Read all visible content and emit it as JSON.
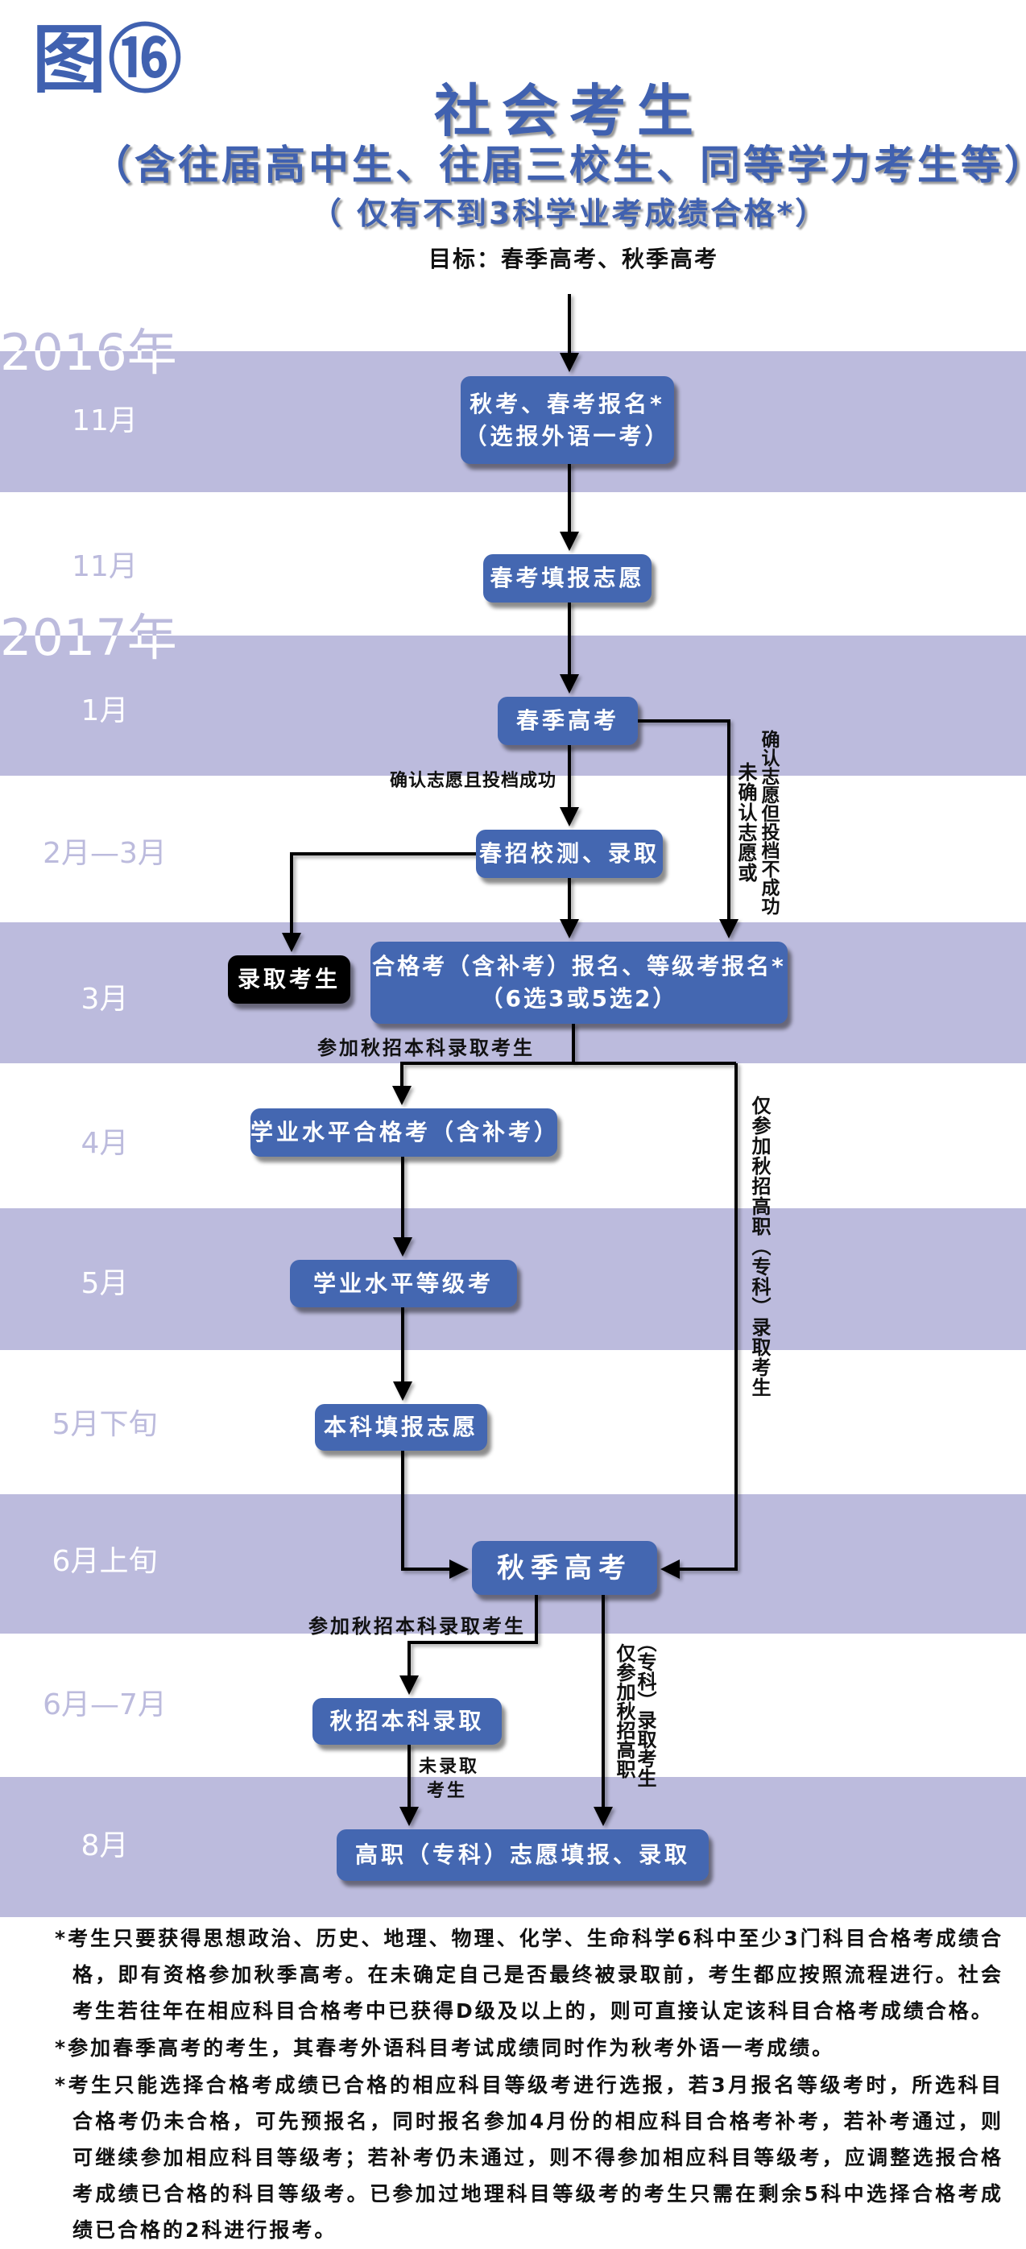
{
  "header": {
    "figure_label": "图⑯",
    "title": "社会考生",
    "subtitle": "（含往届高中生、往届三校生、同等学力考生等）",
    "condition": "（ 仅有不到3科学业考成绩合格*）",
    "target": "目标：春季高考、秋季高考"
  },
  "timeline": {
    "years": [
      "2016年",
      "2017年"
    ],
    "months": [
      "11月",
      "11月",
      "1月",
      "2月—3月",
      "3月",
      "4月",
      "5月",
      "5月下旬",
      "6月上旬",
      "6月—7月",
      "8月"
    ]
  },
  "steps": {
    "register": [
      "秋考、春考报名*",
      "（选报外语一考）"
    ],
    "spring_apply": "春考填报志愿",
    "spring_exam": "春季高考",
    "spring_admit": "春招校测、录取",
    "admitted": "录取考生",
    "qualify_register": [
      "合格考（含补考）报名、等级考报名*",
      "（6选3或5选2）"
    ],
    "qualify_exam": "学业水平合格考（含补考）",
    "level_exam": "学业水平等级考",
    "bachelor_apply": "本科填报志愿",
    "autumn_exam": "秋季高考",
    "autumn_bachelor_admit": "秋招本科录取",
    "vocational_admit": "高职（专科）志愿填报、录取"
  },
  "edge_labels": {
    "confirmed": "确认志愿且投档成功",
    "not_confirmed": "未确认志愿或",
    "confirmed_failed": "确认志愿但投档不成功",
    "autumn_bachelor_1": "参加秋招本科录取考生",
    "vocational_only_1": "仅参加秋招高职（专科）录取考生",
    "autumn_bachelor_2": "参加秋招本科录取考生",
    "vocational_only_2a": "仅参加秋招高职",
    "vocational_only_2b": "（专科）录取考生",
    "not_admitted_1": "未录取",
    "not_admitted_2": "考生"
  },
  "notes": [
    "*考生只要获得思想政治、历史、地理、物理、化学、生命科学6科中至少3门科目合格考成绩合格，即有资格参加秋季高考。在未确定自己是否最终被录取前，考生都应按照流程进行。社会考生若往年在相应科目合格考中已获得D级及以上的，则可直接认定该科目合格考成绩合格。",
    "*参加春季高考的考生，其春考外语科目考试成绩同时作为秋考外语一考成绩。",
    "*考生只能选择合格考成绩已合格的相应科目等级考进行选报，若3月报名等级考时，所选科目合格考仍未合格，可先预报名，同时报名参加4月份的相应科目合格考补考，若补考通过，则可继续参加相应科目等级考；若补考仍未通过，则不得参加相应科目等级考，应调整选报合格考成绩已合格的科目等级考。已参加过地理科目等级考的考生只需在剩余5科中选择合格考成绩已合格的2科进行报考。"
  ],
  "colors": {
    "band": "#bcbbdd",
    "box": "#4467b1",
    "title": "#4061b0"
  }
}
